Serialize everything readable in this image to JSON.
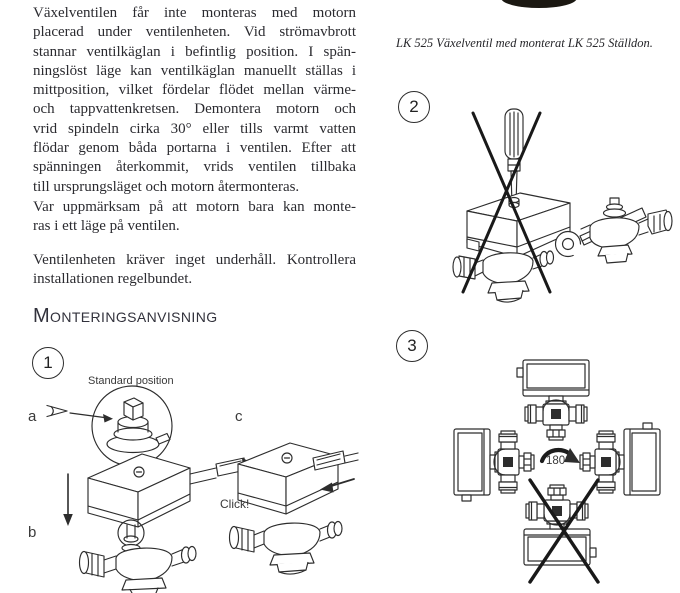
{
  "left_column": {
    "paragraph1_lines": [
      "Växelventilen får inte monteras med motorn",
      "placerad under ventilenheten. Vid strömavbrott",
      "stannar ventilkäglan i befintlig position. I spän-",
      "ningslöst läge kan ventilkäglan manuellt ställas i",
      "mittposition, vilket fördelar flödet mellan värme-",
      "och tappvattenkretsen. Demontera motorn och",
      "vrid spindeln cirka 30° eller tills varmt vatten",
      "flödar genom båda portarna i ventilen. Efter att",
      "spänningen återkommit, vrids ventilen tillbaka",
      "till ursprungsläget och motorn återmonteras."
    ],
    "paragraph2_lines": [
      "Var uppmärksam på att motorn bara kan monte-",
      "ras i ett läge på ventilen."
    ],
    "paragraph3_lines": [
      "Ventilenheten kräver inget underhåll. Kontrollera",
      "installationen regelbundet."
    ],
    "heading": "Monteringsanvisning"
  },
  "right_column": {
    "caption": "LK 525 Växelventil med monterat LK 525 Ställdon."
  },
  "figures": {
    "fig1": {
      "number": "1",
      "standard_position_label": "Standard position",
      "label_a": "a",
      "label_b": "b",
      "label_c": "c",
      "click_label": "Click!"
    },
    "fig2": {
      "number": "2"
    },
    "fig3": {
      "number": "3",
      "rotation_label": "180°"
    }
  },
  "colors": {
    "ink": "#2b2b30",
    "line": "#2d2d2d",
    "cross": "#191919"
  }
}
